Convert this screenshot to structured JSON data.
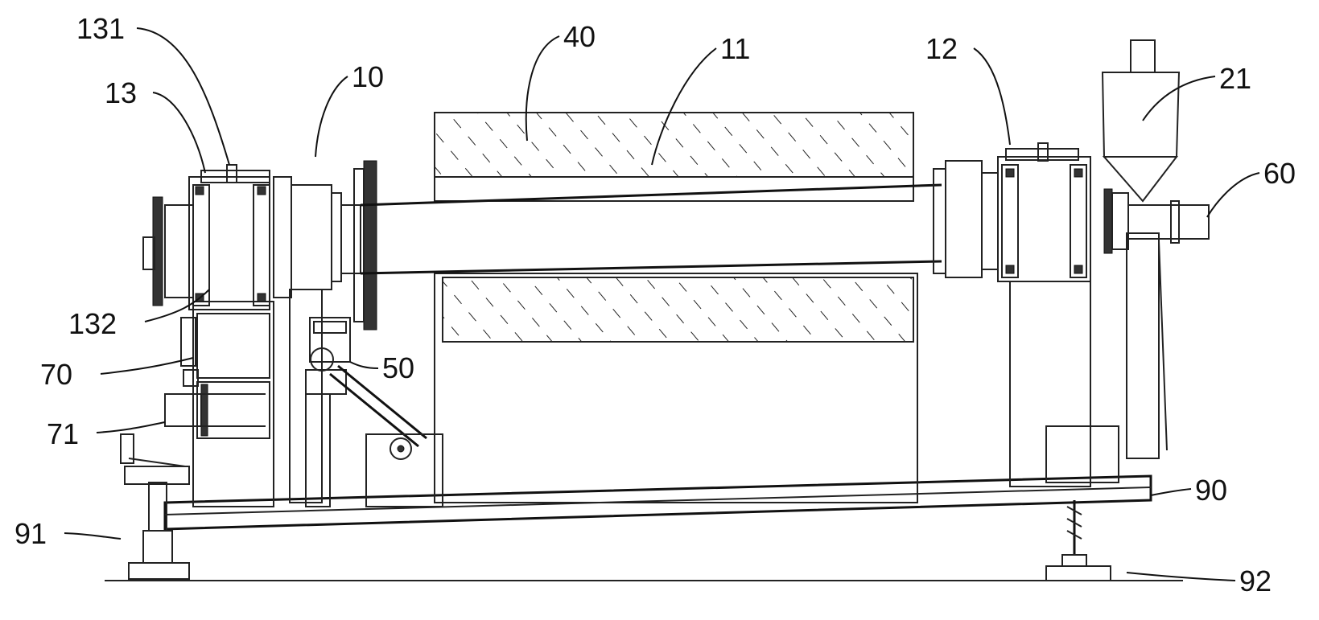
{
  "labels": {
    "l131": "131",
    "l13": "13",
    "l10": "10",
    "l40": "40",
    "l11": "11",
    "l12": "12",
    "l21": "21",
    "l60": "60",
    "l132": "132",
    "l70": "70",
    "l50": "50",
    "l71": "71",
    "l90": "90",
    "l91": "91",
    "l92": "92"
  }
}
